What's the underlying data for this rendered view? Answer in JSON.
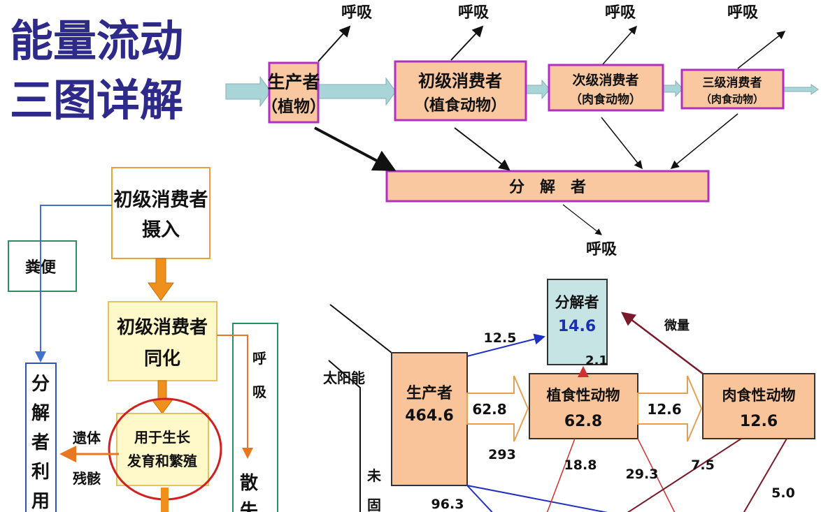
{
  "title": {
    "line1": "能量流动",
    "line2": "三图详解",
    "color": "#2e2a8a"
  },
  "top_diagram": {
    "respiration": "呼吸",
    "producer": {
      "line1": "生产者",
      "line2": "（植物）"
    },
    "primary": {
      "line1": "初级消费者",
      "line2": "（植食动物）"
    },
    "secondary": {
      "line1": "次级消费者",
      "line2": "（肉食动物）"
    },
    "tertiary": {
      "line1": "三级消费者",
      "line2": "（肉食动物）"
    },
    "decomposer": "分　解　者",
    "box_fill": "#f9c8a0",
    "box_border": "#b030c0",
    "arrow_fill": "#a9d4d8"
  },
  "left_diagram": {
    "intake": {
      "line1": "初级消费者",
      "line2": "摄入"
    },
    "feces": "粪便",
    "assimilation": {
      "line1": "初级消费者",
      "line2": "同化"
    },
    "growth": {
      "line1": "用于生长",
      "line2": "发育和繁殖"
    },
    "decomposer_use": [
      "分",
      "解",
      "者",
      "利",
      "用"
    ],
    "remains": {
      "line1": "遗体",
      "line2": "残骸"
    },
    "respiration": [
      "呼",
      "吸"
    ],
    "lost": [
      "散",
      "失"
    ]
  },
  "right_diagram": {
    "solar": "太阳能",
    "unfixed": [
      "未",
      "固"
    ],
    "producer": {
      "label": "生产者",
      "value": "464.6"
    },
    "decomposer": {
      "label": "分解者",
      "value": "14.6"
    },
    "herbivore": {
      "label": "植食性动物",
      "value": "62.8"
    },
    "carnivore": {
      "label": "肉食性动物",
      "value": "12.6"
    },
    "flows": {
      "producer_to_decomposer": "12.5",
      "herbivore_to_decomposer": "2.1",
      "carnivore_to_decomposer": "微量",
      "producer_to_herbivore": "62.8",
      "herbivore_to_carnivore": "12.6",
      "producer_unused": "293",
      "producer_respiration": "96.3",
      "herbivore_respiration": "18.8",
      "herbivore_unused": "29.3",
      "carnivore_respiration": "7.5",
      "carnivore_unused": "5.0"
    }
  }
}
